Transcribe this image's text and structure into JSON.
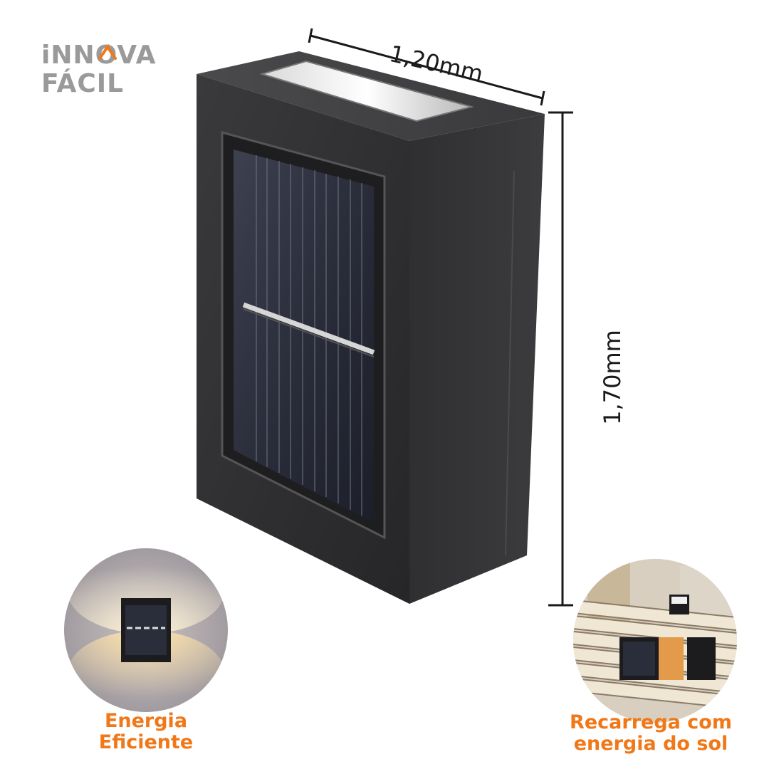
{
  "logo": {
    "line1": "iNNOVA",
    "line2": "FÁCIL",
    "accent_color": "#f07818",
    "text_color": "#9a9a9a"
  },
  "dimensions": {
    "width_label": "1,20mm",
    "height_label": "1,70mm"
  },
  "features": [
    {
      "caption_line1": "Energia",
      "caption_line2": "Eficiente",
      "icon": "wall-lamp-glow-photo"
    },
    {
      "caption_line1": "Recarrega com",
      "caption_line2": "energia do sol",
      "icon": "outdoor-solar-lamp-photo"
    }
  ],
  "colors": {
    "caption": "#f07818",
    "product_body": "#2c2c2e",
    "dimension_line": "#1a1a1a"
  }
}
